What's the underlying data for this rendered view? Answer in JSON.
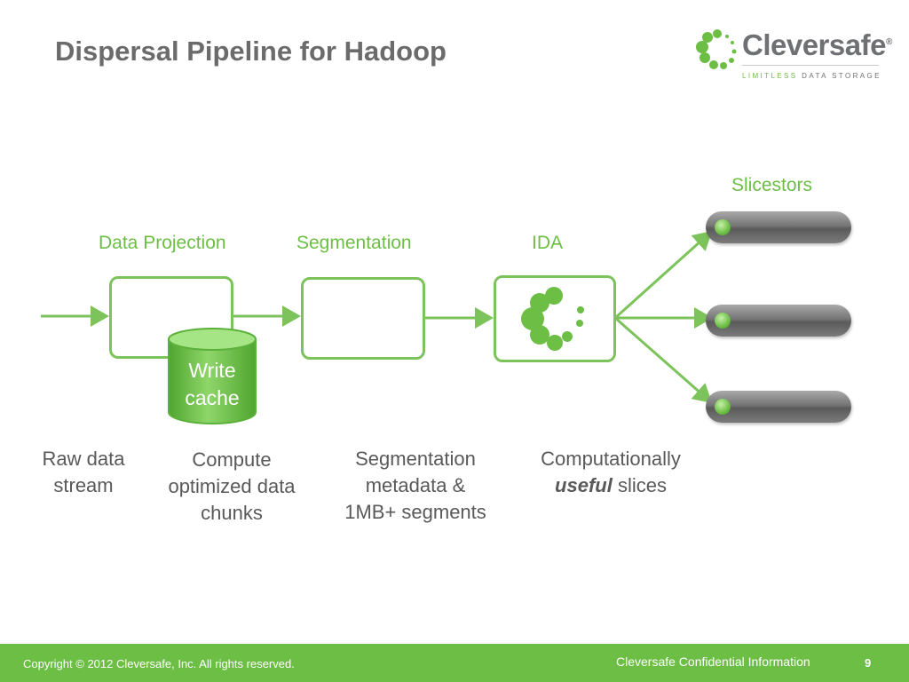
{
  "title": "Dispersal Pipeline for Hadoop",
  "logo": {
    "name": "Cleversafe",
    "registered_mark": "®",
    "tagline_highlight": "LIMITLESS",
    "tagline_rest": "DATA STORAGE",
    "icon": "cleversafe-dot-ring-logo"
  },
  "stages": {
    "data_projection": "Data Projection",
    "segmentation": "Segmentation",
    "ida": "IDA",
    "slicestors": "Slicestors"
  },
  "cache": {
    "line1": "Write",
    "line2": "cache"
  },
  "descriptions": {
    "raw": [
      "Raw data",
      "stream"
    ],
    "compute": [
      "Compute",
      "optimized data",
      "chunks"
    ],
    "segment": [
      "Segmentation",
      "metadata &",
      "1MB+ segments"
    ],
    "slices": {
      "line1": "Computationally",
      "emphasis": "useful",
      "rest": " slices"
    }
  },
  "footer": {
    "copyright": "Copyright © 2012  Cleversafe, Inc. All rights reserved.",
    "confidential": "Cleversafe Confidential Information",
    "page": "9"
  },
  "colors": {
    "accent_green": "#6cbe45",
    "title_gray": "#6b6b6b",
    "text_gray": "#595959",
    "slicestor_gray": "#757575"
  }
}
